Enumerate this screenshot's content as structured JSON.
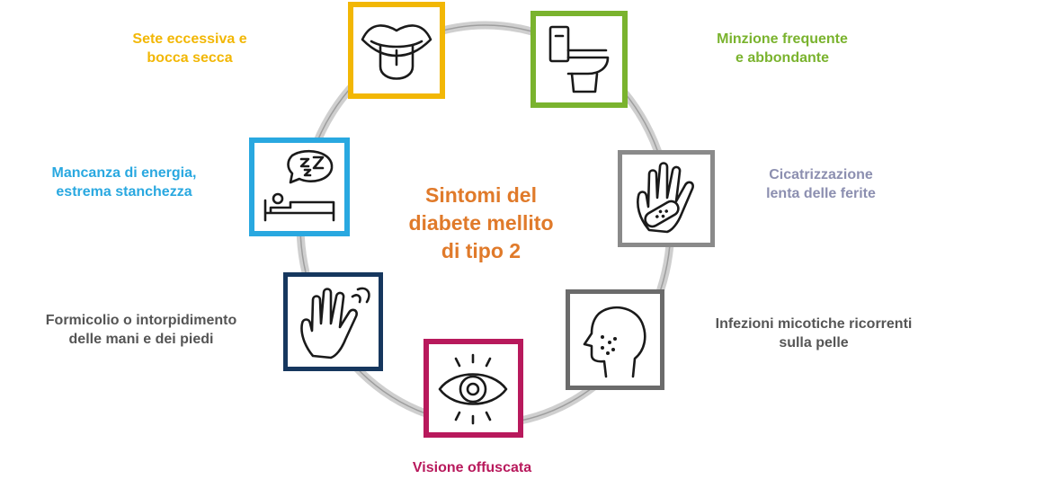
{
  "center": {
    "title_lines": [
      "Sintomi del",
      "diabete mellito",
      "di tipo 2"
    ],
    "color": "#e07a2a"
  },
  "ring_color": "#a8a8a8",
  "symptoms": [
    {
      "id": "thirst",
      "icon": "mouth-tongue-icon",
      "color": "#f2b705",
      "lines": [
        "Sete eccessiva e",
        "bocca secca"
      ]
    },
    {
      "id": "urination",
      "icon": "toilet-icon",
      "color": "#7ab32e",
      "lines": [
        "Minzione frequente",
        "e abbondante"
      ]
    },
    {
      "id": "healing",
      "icon": "hand-bandage-icon",
      "color": "#8c8fb0",
      "box_color": "#8a8a8a",
      "lines": [
        "Cicatrizzazione",
        "lenta delle ferite"
      ]
    },
    {
      "id": "fungal",
      "icon": "head-profile-icon",
      "color": "#555555",
      "box_color": "#6b6b6b",
      "lines": [
        "Infezioni micotiche ricorrenti",
        "sulla pelle"
      ]
    },
    {
      "id": "vision",
      "icon": "eye-icon",
      "color": "#b8195c",
      "lines": [
        "Visione offuscata"
      ]
    },
    {
      "id": "tingling",
      "icon": "tingling-hand-icon",
      "color": "#555555",
      "box_color": "#16375e",
      "lines": [
        "Formicolio o intorpidimento",
        "delle mani e dei piedi"
      ]
    },
    {
      "id": "fatigue",
      "icon": "sleeping-bed-icon",
      "color": "#29a8e0",
      "lines": [
        "Mancanza di energia,",
        "estrema stanchezza"
      ]
    }
  ]
}
